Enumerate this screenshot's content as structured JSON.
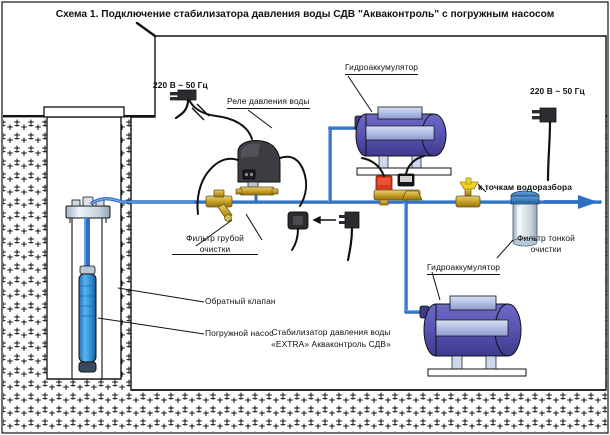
{
  "document": {
    "title": "Схема 1. Подключение стабилизатора давления воды СДВ \"Акваконтроль\" с погружным насосом"
  },
  "labels": {
    "power_left": "220 В ~ 50 Гц",
    "power_right": "220 В ~ 50 Гц",
    "pressure_relay": "Реле давления воды",
    "hydroaccumulator_top": "Гидроаккумулятор",
    "hydroaccumulator_bottom": "Гидроаккумулятор",
    "water_points": "к точкам водоразбора",
    "coarse_filter_line1": "Фильтр грубой",
    "coarse_filter_line2": "очистки",
    "fine_filter_line1": "Фильтр тонкой",
    "fine_filter_line2": "очистки",
    "check_valve": "Обратный клапан",
    "submersible_pump": "Погружной насос",
    "stabilizer_line1": "Стабилизатор давления воды",
    "stabilizer_line2": "«EXTRA» Акваконтроль СДВ»"
  },
  "icons": {
    "plug_left": "power-plug-icon",
    "plug_right": "power-plug-icon",
    "socket": "power-socket-icon",
    "connect_arrow": "arrow-left-icon",
    "flow_arrow": "arrow-right-icon"
  },
  "colors": {
    "pipe_blue": "#2f6fc4",
    "tank_body": "#5b55b4",
    "tank_band": "#b9c6e8",
    "brass": "#c9a227",
    "valve_yellow": "#f2d024",
    "relay_body": "#3c3c42",
    "stabilizer_red": "#d83a20",
    "pump_blue": "#2f8fd8",
    "filter_cap": "#2f7ec4",
    "ground": "#111111",
    "outline": "#111111"
  },
  "components": [
    {
      "name": "well-casing",
      "label": null
    },
    {
      "name": "submersible-pump",
      "label": "Погружной насос"
    },
    {
      "name": "check-valve",
      "label": "Обратный клапан"
    },
    {
      "name": "coarse-filter",
      "label": "Фильтр грубой очистки"
    },
    {
      "name": "pressure-relay",
      "label": "Реле давления воды"
    },
    {
      "name": "hydroaccumulator-top",
      "label": "Гидроаккумулятор"
    },
    {
      "name": "hydroaccumulator-bottom",
      "label": "Гидроаккумулятор"
    },
    {
      "name": "pressure-stabilizer",
      "label": "Стабилизатор давления воды «EXTRA» Акваконтроль СДВ»"
    },
    {
      "name": "ball-valve",
      "label": null
    },
    {
      "name": "fine-filter",
      "label": "Фильтр тонкой очистки"
    }
  ]
}
